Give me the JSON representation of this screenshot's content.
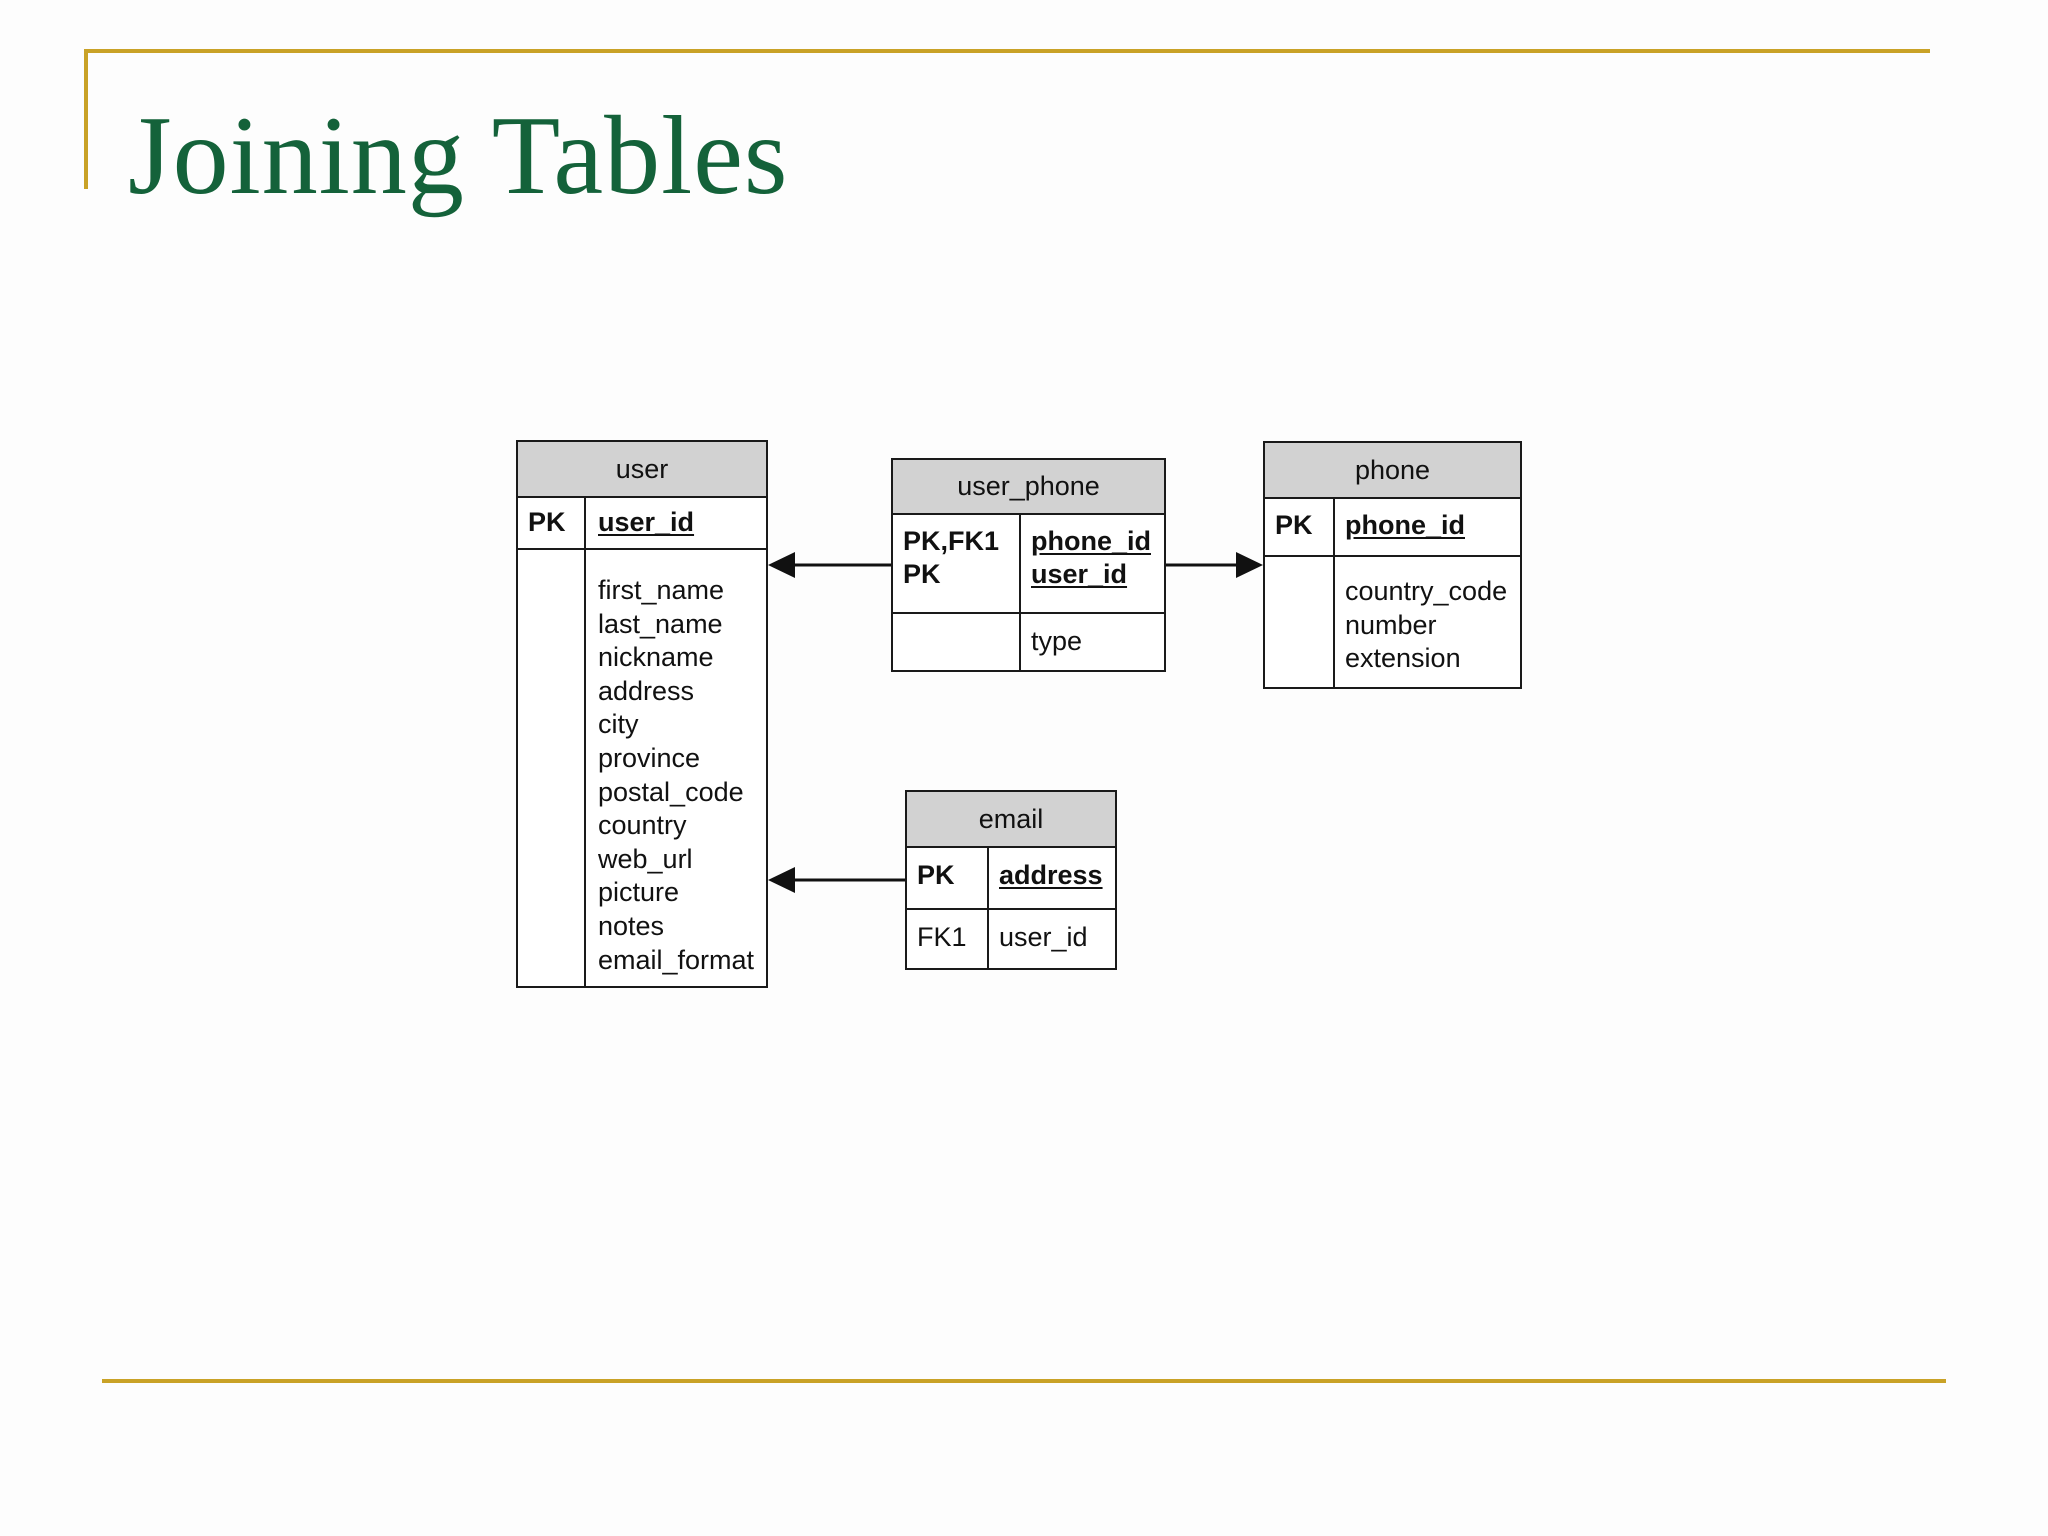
{
  "slide": {
    "title": "Joining Tables",
    "title_color": "#14623a",
    "rule_color": "#c9a227",
    "header_fill": "#d2d2d2"
  },
  "entities": {
    "user": {
      "name": "user",
      "key_label": "PK",
      "key_field": "user_id",
      "fields": [
        "first_name",
        "last_name",
        "nickname",
        "address",
        "city",
        "province",
        "postal_code",
        "country",
        "web_url",
        "picture",
        "notes",
        "email_format"
      ]
    },
    "user_phone": {
      "name": "user_phone",
      "key_labels": [
        "PK,FK1",
        "PK"
      ],
      "key_fields": [
        "phone_id",
        "user_id"
      ],
      "fields": [
        "type"
      ]
    },
    "phone": {
      "name": "phone",
      "key_label": "PK",
      "key_field": "phone_id",
      "fields": [
        "country_code",
        "number",
        "extension"
      ]
    },
    "email": {
      "name": "email",
      "key_label": "PK",
      "key_field": "address",
      "fk_label": "FK1",
      "fk_field": "user_id"
    }
  },
  "relationships": [
    {
      "from": "user_phone",
      "to": "user",
      "arrow": "filled"
    },
    {
      "from": "user_phone",
      "to": "phone",
      "arrow": "filled"
    },
    {
      "from": "email",
      "to": "user",
      "arrow": "filled"
    }
  ]
}
